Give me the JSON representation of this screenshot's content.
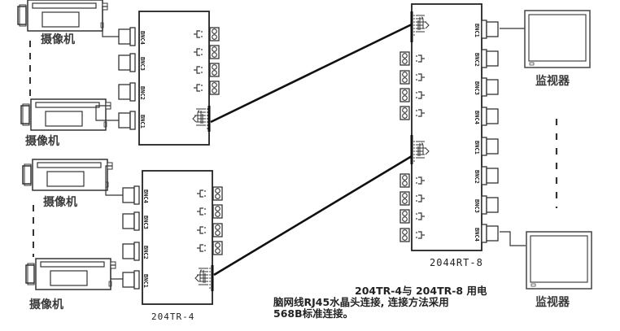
{
  "diagram": {
    "title": "204TR-4 / 2044RT-8 video transmission wiring diagram",
    "cameras": [
      {
        "label": "摄像机"
      },
      {
        "label": "摄像机"
      },
      {
        "label": "摄像机"
      },
      {
        "label": "摄像机"
      }
    ],
    "monitors": [
      {
        "label": "监视器"
      },
      {
        "label": "监视器"
      }
    ],
    "transmitters": [
      {
        "model": "",
        "bnc_ports": [
          "BNC4",
          "BNC3",
          "BNC2",
          "BNC1"
        ],
        "terminal_numbers": [
          "4",
          "3",
          "2",
          "1"
        ]
      },
      {
        "model": "204TR-4",
        "bnc_ports": [
          "BNC4",
          "BNC3",
          "BNC2",
          "BNC1"
        ],
        "terminal_numbers": [
          "4",
          "3",
          "2",
          "1"
        ]
      }
    ],
    "receiver": {
      "model": "2044RT-8",
      "bnc_ports": [
        "BNC1",
        "BNC2",
        "BNC3",
        "BNC4",
        "BNC1",
        "BNC2",
        "BNC3",
        "BNC4"
      ],
      "terminal_numbers": [
        "1",
        "2",
        "3",
        "4",
        "1",
        "2",
        "3",
        "4"
      ]
    },
    "note": {
      "line1": "204TR-4与 204TR-8 用电",
      "line2": "脑网线RJ45水晶头连接, 连接方法采用",
      "line3": "568B标准连接。"
    },
    "colors": {
      "line": "#1a1a1a",
      "background": "#ffffff"
    }
  }
}
